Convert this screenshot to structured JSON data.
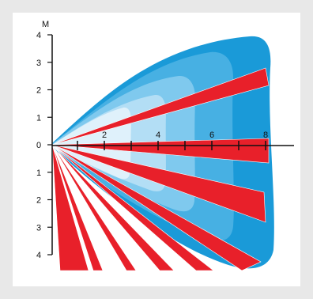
{
  "diagram": {
    "vertical_unit": "M",
    "y_tick_labels": [
      "4",
      "3",
      "2",
      "1",
      "0",
      "1",
      "2",
      "3",
      "4"
    ],
    "x_tick_labels": [
      "2",
      "4",
      "6",
      "8"
    ],
    "colors": {
      "background": "#e8e8e8",
      "panel": "#ffffff",
      "zone_outer": "#1a9ad8",
      "zone_2": "#47b0e3",
      "zone_3": "#7fc9ee",
      "zone_4": "#b3def5",
      "zone_inner": "#dff1fb",
      "beam": "#e8202a",
      "beam_edge": "#ffffff",
      "axis": "#111111"
    }
  }
}
